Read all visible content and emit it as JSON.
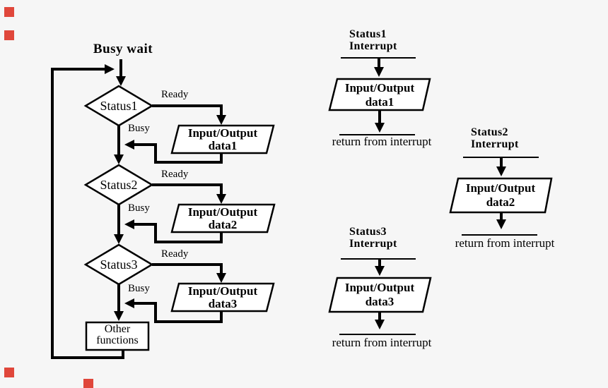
{
  "colors": {
    "background": "#F6F6F6",
    "line": "#000000",
    "io_yellow": "#FBF46A",
    "io_green": "#6CE573",
    "io_cyan": "#8CE6F0",
    "watermark_red": "#E0473B"
  },
  "flowchart": {
    "title": "Busy wait",
    "ready_label": "Ready",
    "busy_label": "Busy",
    "decisions": [
      {
        "label": "Status1"
      },
      {
        "label": "Status2"
      },
      {
        "label": "Status3"
      }
    ],
    "io_nodes": [
      {
        "line1": "Input/Output",
        "line2": "data1"
      },
      {
        "line1": "Input/Output",
        "line2": "data2"
      },
      {
        "line1": "Input/Output",
        "line2": "data3"
      }
    ],
    "other_box": {
      "line1": "Other",
      "line2": "functions"
    }
  },
  "interrupt_routines": [
    {
      "title_line1": "Status1",
      "title_line2": "Interrupt",
      "io_line1": "Input/Output",
      "io_line2": "data1",
      "return_label": "return from interrupt"
    },
    {
      "title_line1": "Status2",
      "title_line2": "Interrupt",
      "io_line1": "Input/Output",
      "io_line2": "data2",
      "return_label": "return from interrupt"
    },
    {
      "title_line1": "Status3",
      "title_line2": "Interrupt",
      "io_line1": "Input/Output",
      "io_line2": "data3",
      "return_label": "return from interrupt"
    }
  ]
}
